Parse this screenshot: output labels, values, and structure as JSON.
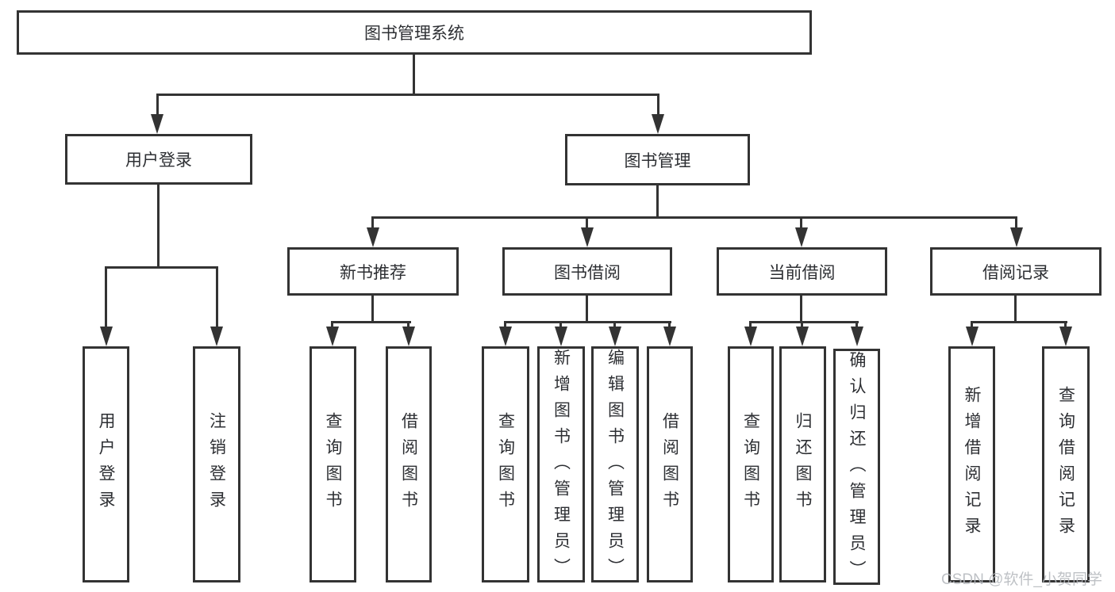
{
  "colors": {
    "line": "#333333",
    "text": "#2d2f33",
    "watermark": "#b3b7bc"
  },
  "watermark": "CSDN @软件_小贺同学",
  "tree": {
    "label": "图书管理系统",
    "children": [
      {
        "label": "用户登录",
        "children": [
          {
            "label": "用户登录"
          },
          {
            "label": "注销登录"
          }
        ]
      },
      {
        "label": "图书管理",
        "children": [
          {
            "label": "新书推荐",
            "children": [
              {
                "label": "查询图书"
              },
              {
                "label": "借阅图书"
              }
            ]
          },
          {
            "label": "图书借阅",
            "children": [
              {
                "label": "查询图书"
              },
              {
                "label": "新增图书（管理员）"
              },
              {
                "label": "编辑图书（管理员）"
              },
              {
                "label": "借阅图书"
              }
            ]
          },
          {
            "label": "当前借阅",
            "children": [
              {
                "label": "查询图书"
              },
              {
                "label": "归还图书"
              },
              {
                "label": "确认归还（管理员）"
              }
            ]
          },
          {
            "label": "借阅记录",
            "children": [
              {
                "label": "新增借阅记录"
              },
              {
                "label": "查询借阅记录"
              }
            ]
          }
        ]
      }
    ]
  }
}
